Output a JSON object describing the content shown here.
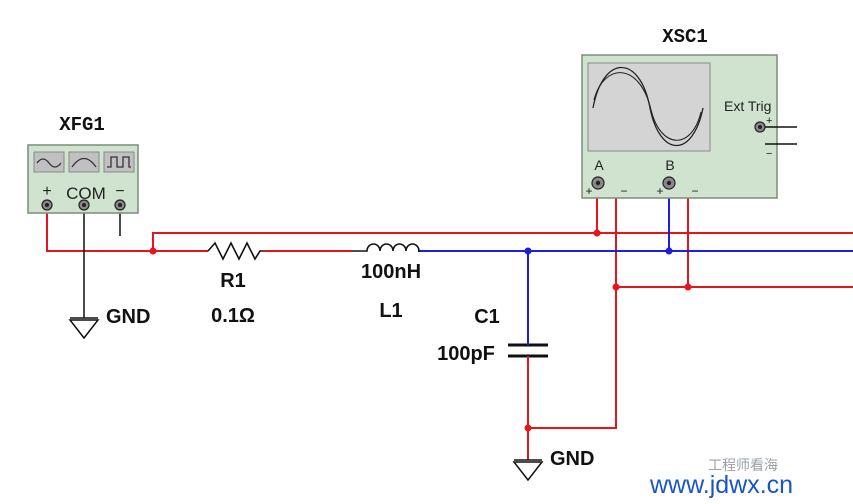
{
  "colors": {
    "red_net": "#e8141c",
    "blue_net": "#1d1de0",
    "black_wire": "#111111",
    "instrument_fill": "#cfe3cf",
    "screen_fill": "#d4d4d4",
    "watermark": "#1a55c8"
  },
  "generator": {
    "name": "XFG1",
    "plus": "+",
    "com": "COM",
    "minus": "−",
    "icons": [
      "sine-wave-icon",
      "triangle-wave-icon",
      "square-wave-icon"
    ]
  },
  "oscilloscope": {
    "name": "XSC1",
    "ext_trig": "Ext Trig",
    "channel_a": "A",
    "channel_b": "B",
    "plus": "+",
    "minus": "−"
  },
  "components": {
    "r1_name": "R1",
    "r1_value": "0.1Ω",
    "l1_name": "L1",
    "l1_value": "100nH",
    "c1_name": "C1",
    "c1_value": "100pF"
  },
  "grounds": {
    "gnd1": "GND",
    "gnd2": "GND"
  },
  "watermark": {
    "brand": "工程师看海",
    "url": "www.jdwx.cn"
  }
}
